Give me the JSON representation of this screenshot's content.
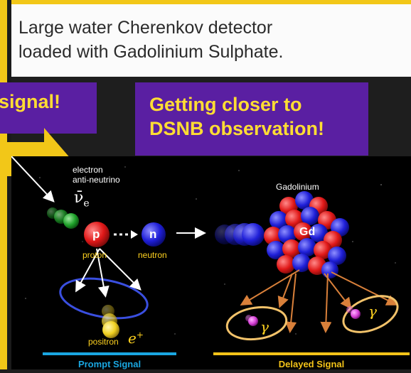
{
  "description_text": "Large water Cherenkov detector\nloaded with Gadolinium Sulphate.",
  "callout_left": "signal!",
  "callout_right": "Getting closer to\nDSNB observation!",
  "particles": {
    "electron_antineutrino": "electron\nanti-neutrino",
    "nu_symbol": "ν̄",
    "nu_subscript": "e",
    "proton_letter": "p",
    "proton_label": "proton",
    "neutron_letter": "n",
    "neutron_label": "neutron",
    "gadolinium_label": "Gadolinium",
    "gd_letters": "Gd",
    "positron_label": "positron",
    "positron_symbol": "e",
    "positron_sup": "+",
    "gamma": "γ"
  },
  "signals": {
    "prompt": "Prompt Signal",
    "delayed": "Delayed Signal",
    "prompt_color": "#1aa6e0",
    "delayed_color": "#f3c319"
  },
  "colors": {
    "frame_yellow": "#f2c718",
    "callout_bg": "#5a1fa2",
    "callout_text": "#ffdd33",
    "proton_red": "#e01818",
    "neutron_blue": "#1f1fd8",
    "neutrino_green": "#1fa22a",
    "positron_yellow": "#f0d020",
    "photon_magenta": "#d640d6",
    "arrow_orange": "#d9803a",
    "ring_blue": "#3a4fe0",
    "ring_orange": "#f2c26a"
  }
}
